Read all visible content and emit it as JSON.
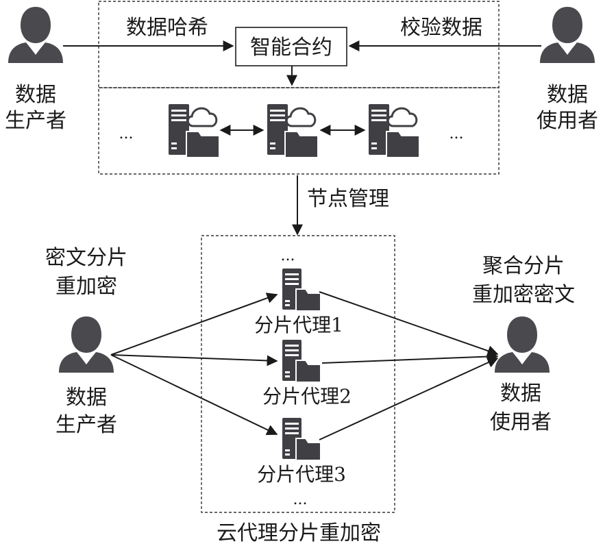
{
  "top": {
    "hash_label": "数据哈希",
    "verify_label": "校验数据",
    "contract_label": "智能合约",
    "node_mgmt_label": "节点管理",
    "ellipsis_left": "...",
    "ellipsis_right": "..."
  },
  "producer_top": {
    "line1": "数据",
    "line2": "生产者"
  },
  "user_top": {
    "line1": "数据",
    "line2": "使用者"
  },
  "bottom": {
    "shard_reencrypt": {
      "line1": "密文分片",
      "line2": "重加密"
    },
    "aggregate": {
      "line1": "聚合分片",
      "line2": "重加密密文"
    },
    "proxies": [
      "分片代理1",
      "分片代理2",
      "分片代理3"
    ],
    "ellipsis_top": "...",
    "ellipsis_bottom": "...",
    "caption": "云代理分片重加密"
  },
  "producer_bottom": {
    "line1": "数据",
    "line2": "生产者"
  },
  "user_bottom": {
    "line1": "数据",
    "line2": "使用者"
  },
  "icons": {
    "person": "person-icon",
    "server": "server-icon",
    "folder": "folder-icon",
    "cloud": "cloud-icon"
  }
}
